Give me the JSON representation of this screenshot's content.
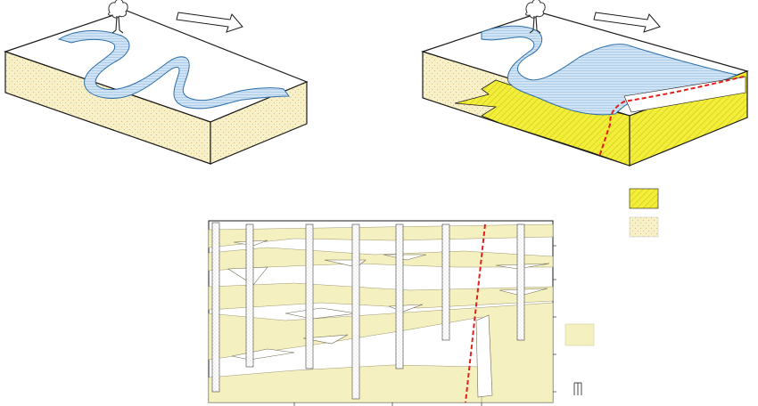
{
  "colors": {
    "water_fill": "#cfe3f5",
    "water_stroke": "#2f6fa8",
    "sediment_fill": "#f8f0c8",
    "sediment_dots": "#d9c27a",
    "coarse_fill": "#f2ee3a",
    "coarse_hatch": "#b8a800",
    "section_fill": "#f5f0bf",
    "fault_line": "#e0201a",
    "outline": "#1a1a1a",
    "tree": "#333333"
  },
  "icons": {
    "tree_left": "tree-icon",
    "tree_right": "tree-icon",
    "arrow_left": "flow-arrow-icon",
    "arrow_right": "flow-arrow-icon"
  },
  "legend": {
    "items": [
      {
        "name": "coarse-sediment-swatch"
      },
      {
        "name": "fine-sediment-swatch"
      },
      {
        "name": "sand-body-swatch"
      }
    ]
  },
  "section": {
    "well_count": 7,
    "scale_bar": "scale-bar-icon"
  }
}
